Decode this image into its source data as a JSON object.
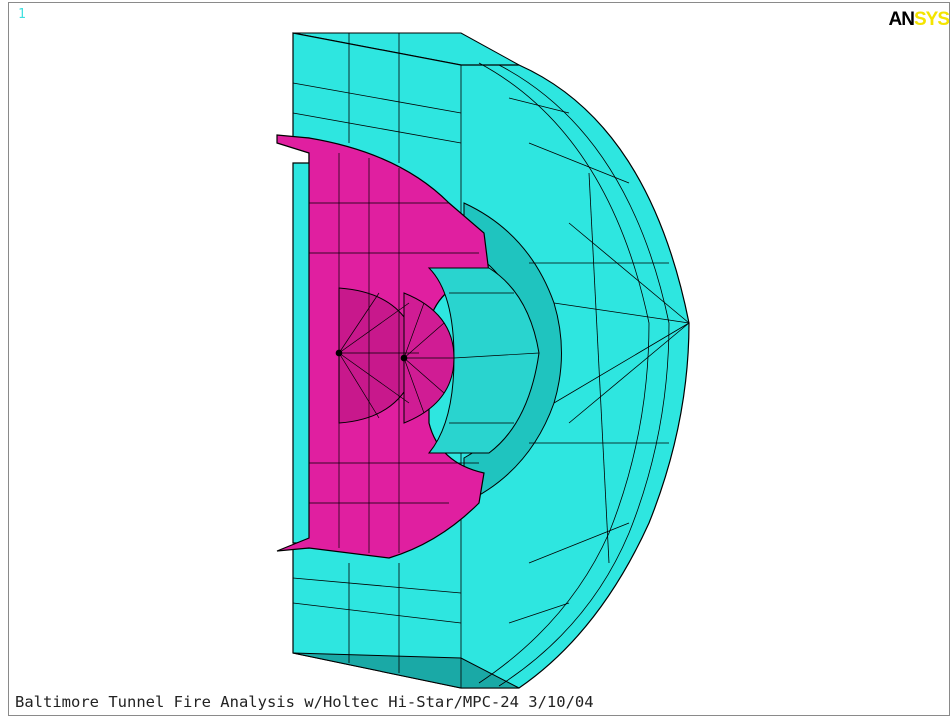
{
  "window": {
    "number": "1",
    "logo_black": "AN",
    "logo_yellow": "SYS",
    "caption": "Baltimore Tunnel Fire Analysis w/Holtec Hi-Star/MPC-24 3/10/04"
  },
  "colors": {
    "overpack": "#2ee6e0",
    "overpack_dark": "#1aa9a6",
    "canister": "#e01fa0",
    "canister_dark": "#a0137a",
    "mesh_line": "#000000"
  }
}
